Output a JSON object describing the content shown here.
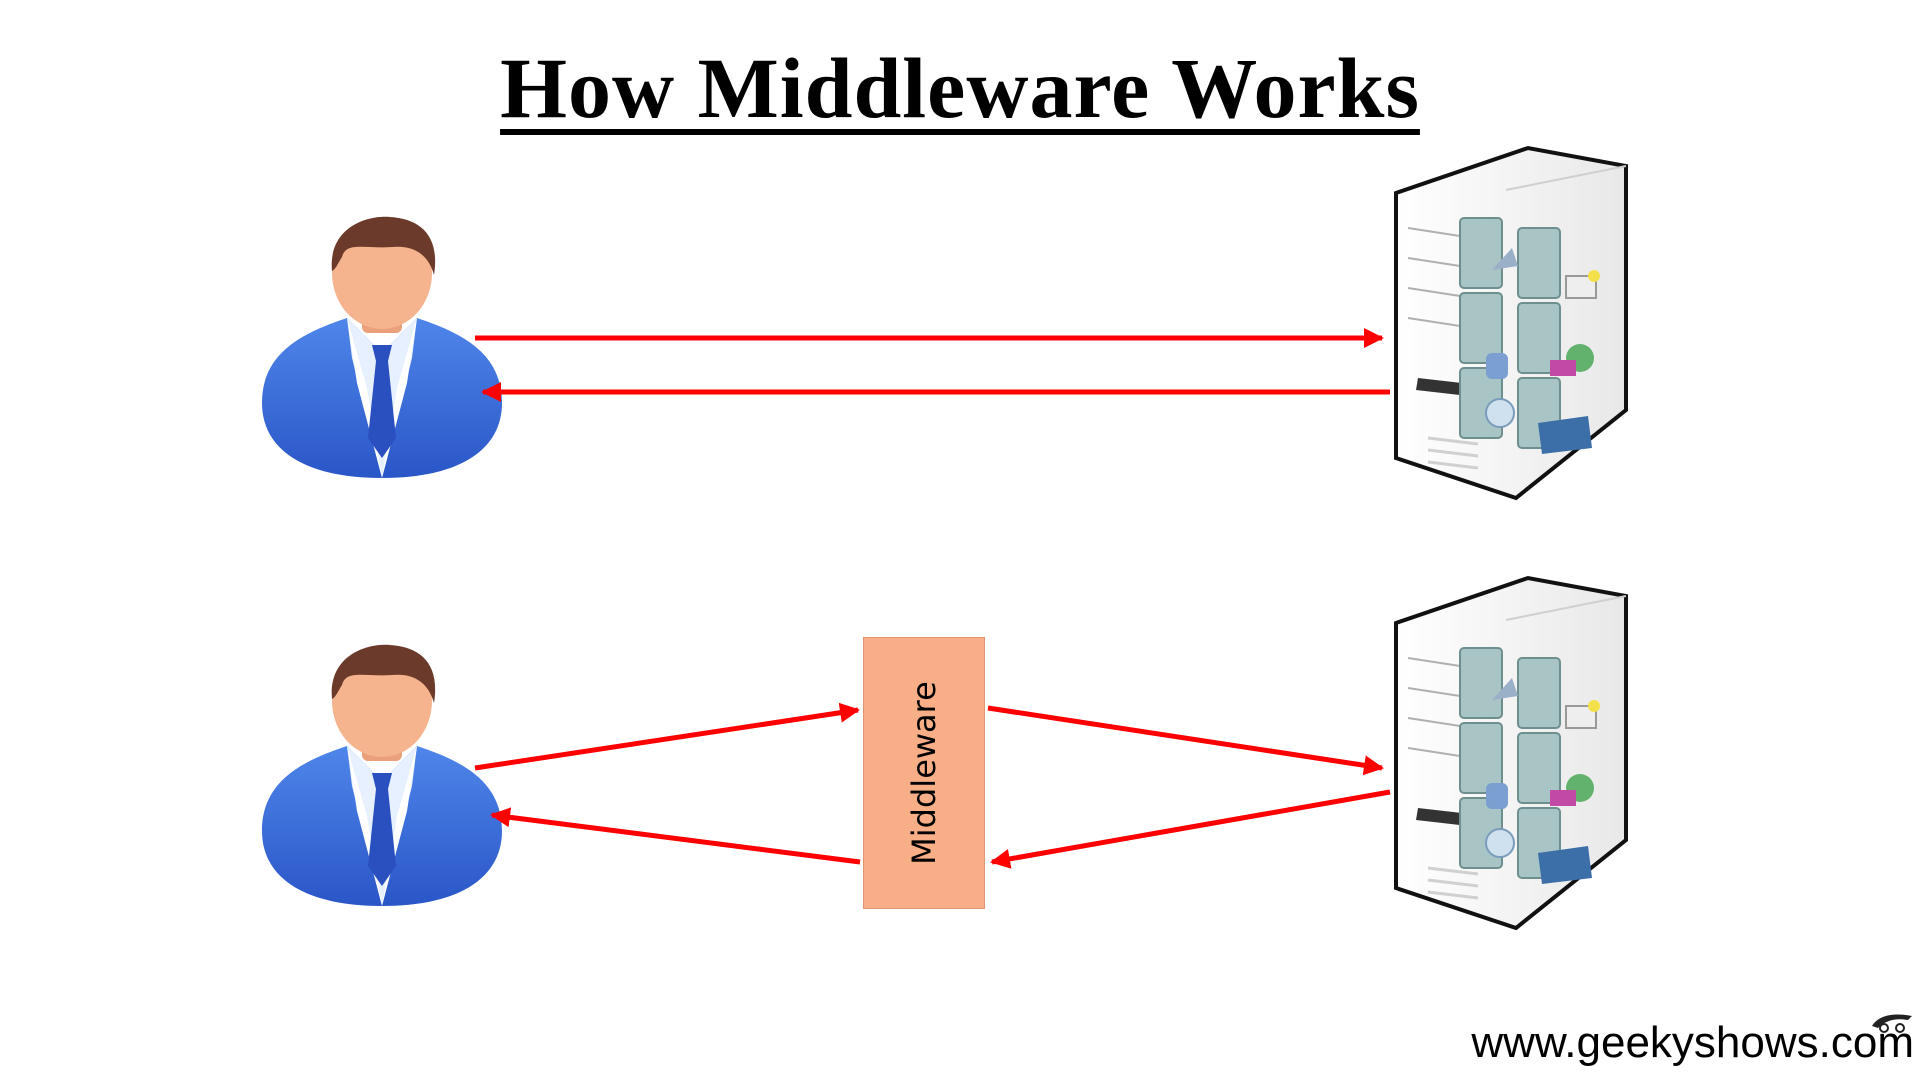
{
  "title": "How Middleware Works",
  "middleware_label": "Middleware",
  "footer": {
    "website": "www.geekyshows.com"
  },
  "icons": {
    "user": "user-icon",
    "server": "server-icon",
    "logo": "geekyshows-logo-icon"
  },
  "colors": {
    "arrow": "#ff0000",
    "middleware_fill": "#f8ae87",
    "suit": "#3d6fd8",
    "hair": "#6b3a2a",
    "skin": "#f6b48e"
  }
}
